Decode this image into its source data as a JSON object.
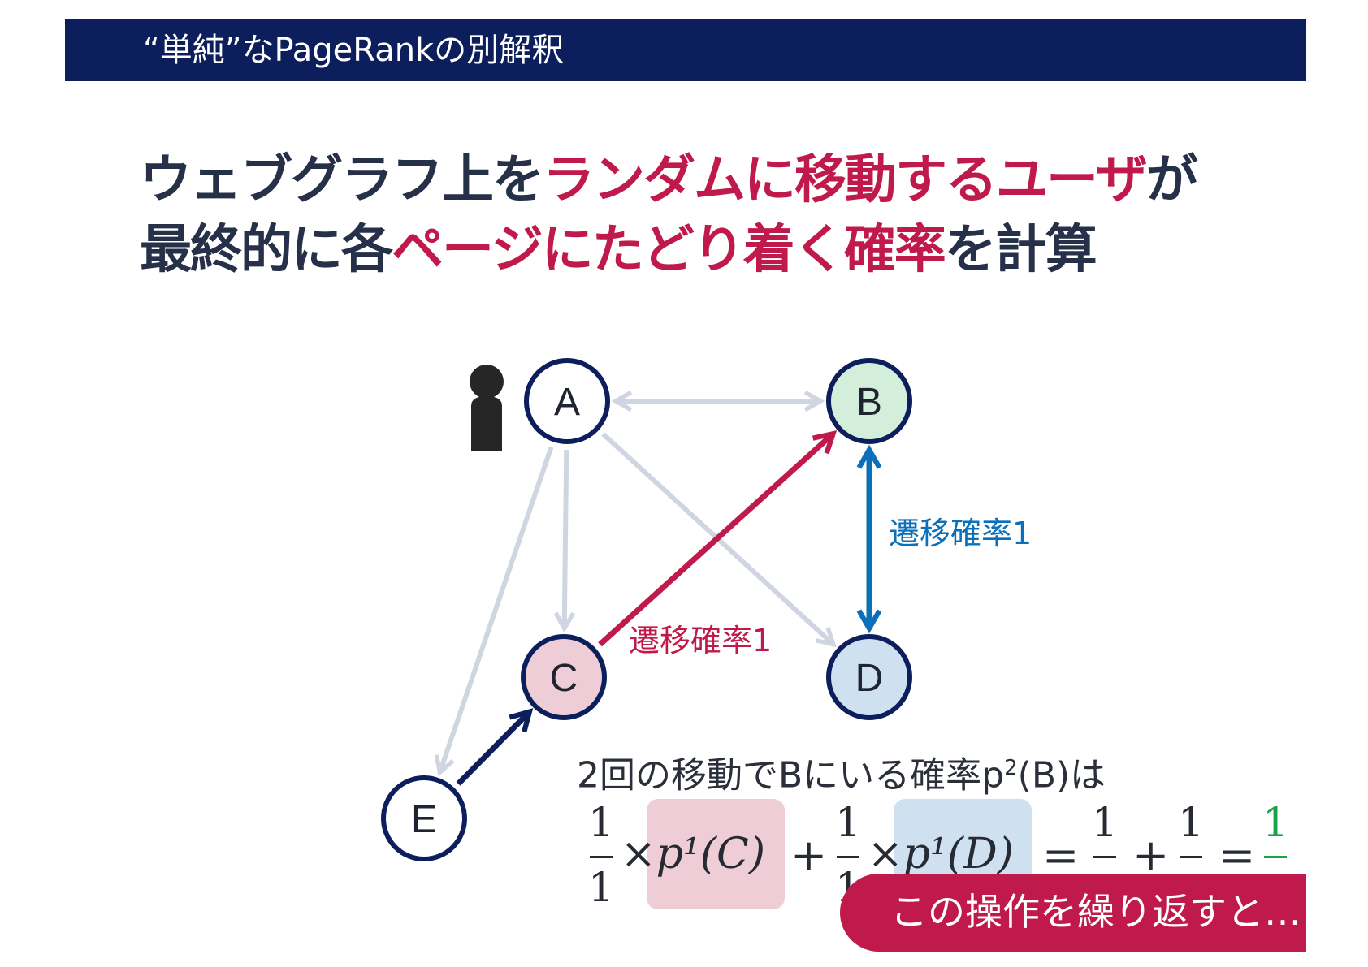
{
  "header": {
    "title": "“単純”なPageRankの別解釈"
  },
  "headline": {
    "line1": [
      {
        "text": "ウェブグラフ上を",
        "highlight": false
      },
      {
        "text": "ランダムに移動するユーザ",
        "highlight": true
      },
      {
        "text": "が",
        "highlight": false
      }
    ],
    "line2": [
      {
        "text": "最終的に各",
        "highlight": false
      },
      {
        "text": "ページにたどり着く確率",
        "highlight": true
      },
      {
        "text": "を計算",
        "highlight": false
      }
    ]
  },
  "graph": {
    "nodes": [
      {
        "id": "A",
        "label": "A",
        "fill": "#ffffff"
      },
      {
        "id": "B",
        "label": "B",
        "fill": "#d3efdc"
      },
      {
        "id": "C",
        "label": "C",
        "fill": "#efcdd6"
      },
      {
        "id": "D",
        "label": "D",
        "fill": "#cfe1f1"
      },
      {
        "id": "E",
        "label": "E",
        "fill": "#ffffff"
      }
    ],
    "edges": [
      {
        "from": "A",
        "to": "B",
        "style": "gray",
        "bidirectional": true
      },
      {
        "from": "A",
        "to": "C",
        "style": "gray",
        "bidirectional": false
      },
      {
        "from": "A",
        "to": "D",
        "style": "gray",
        "bidirectional": false
      },
      {
        "from": "A",
        "to": "E",
        "style": "gray",
        "bidirectional": false
      },
      {
        "from": "C",
        "to": "B",
        "style": "red",
        "bidirectional": false
      },
      {
        "from": "B",
        "to": "D",
        "style": "blue",
        "bidirectional": true
      },
      {
        "from": "E",
        "to": "C",
        "style": "navy",
        "bidirectional": false
      }
    ],
    "labels": {
      "red_edge": "遷移確率1",
      "blue_edge": "遷移確率1"
    },
    "user_icon": "person-icon"
  },
  "colors": {
    "header_bg": "#0c1f5c",
    "highlight": "#c0194b",
    "gray_edge": "#cfd5e1",
    "red_edge": "#c0194b",
    "blue_edge": "#0b6fba",
    "navy": "#0c1f5c",
    "green": "#16a34a"
  },
  "caption": {
    "text_before": "2回の移動でBにいる確率p",
    "sup": "2",
    "text_after": "(B)は"
  },
  "formula": {
    "frac1_num": "1",
    "frac1_den": "1",
    "expr1": "×𝑝¹(𝐶)",
    "plus": "+",
    "frac2_num": "1",
    "frac2_den": "1",
    "expr2": "×𝑝¹(𝐷)",
    "eq": "=",
    "frac3_num": "1",
    "frac4_num": "1",
    "frac5_num": "1"
  },
  "banner": {
    "text": "この操作を繰り返すと…"
  }
}
